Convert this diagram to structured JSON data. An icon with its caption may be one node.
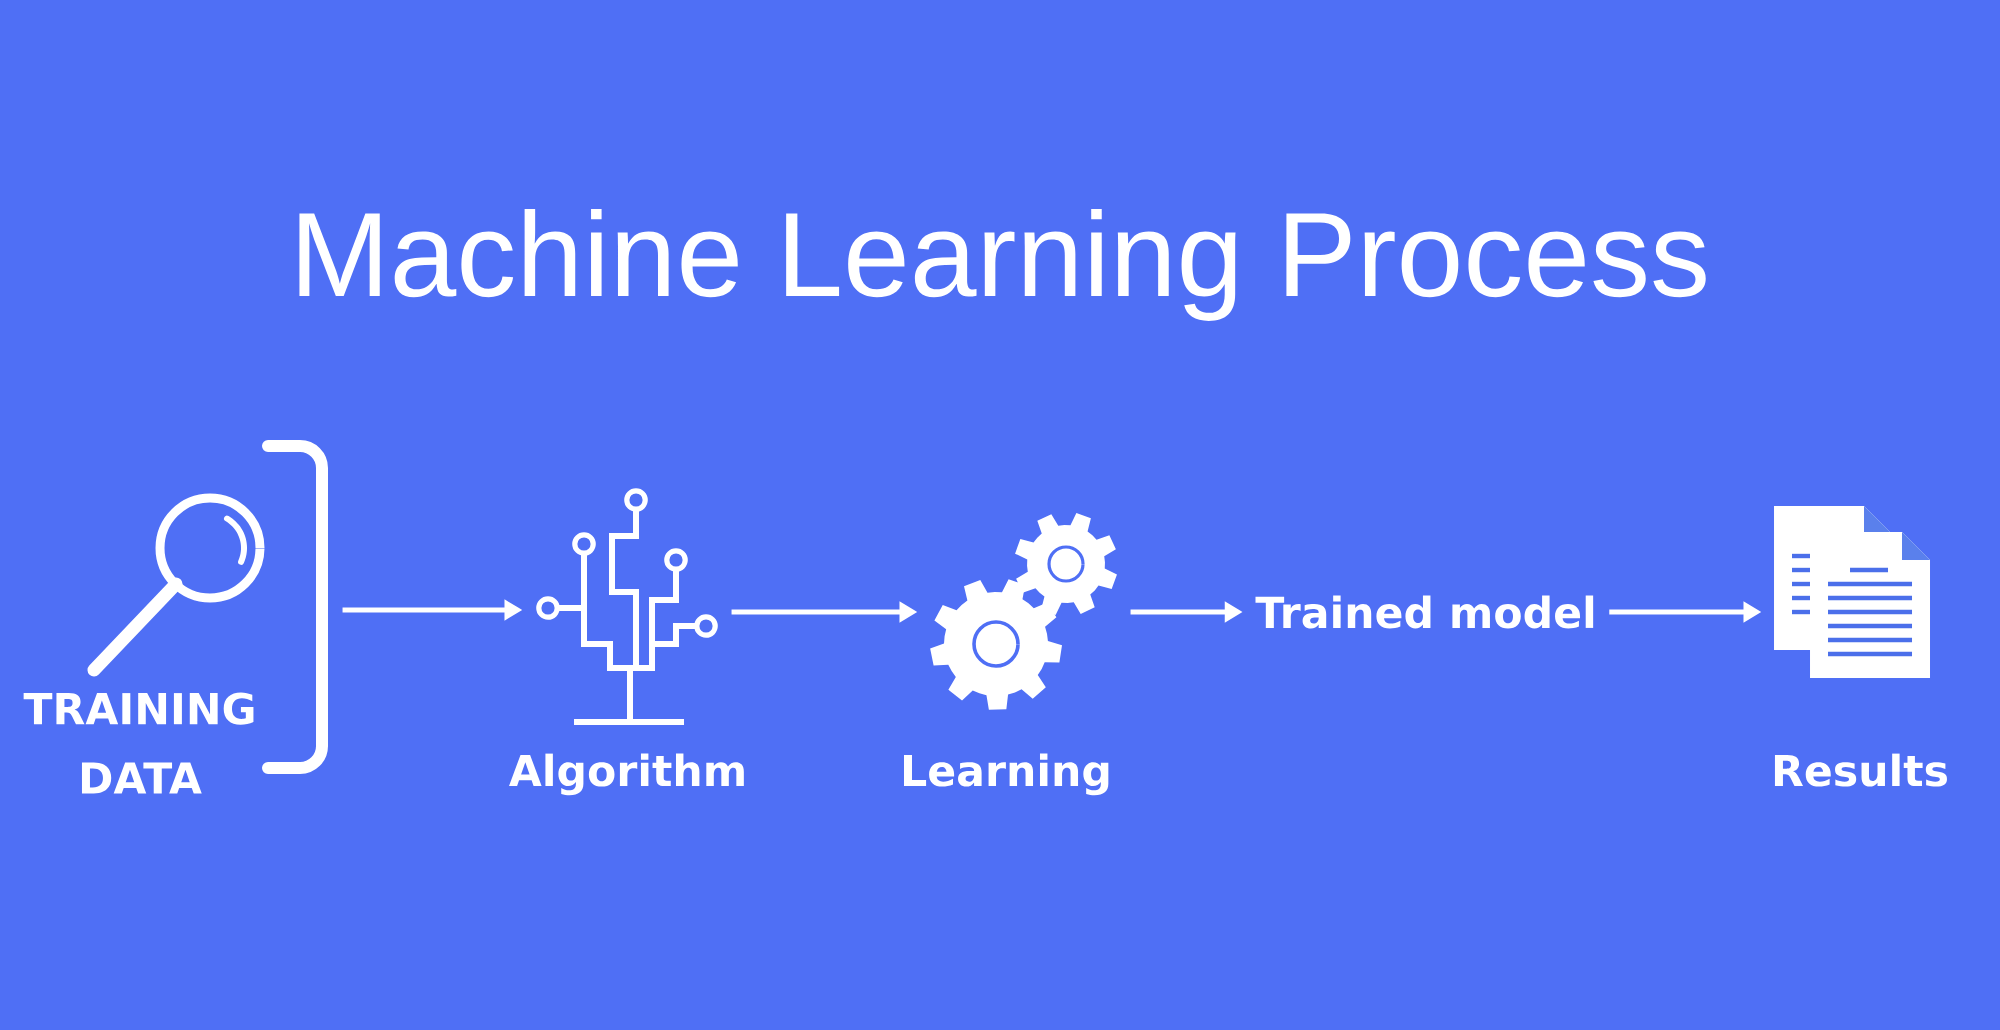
{
  "diagram": {
    "title": "Machine Learning Process",
    "nodes": [
      {
        "text": [
          "TRAINING DATA"
        ]
      },
      {
        "text": [
          "Algorithm"
        ]
      },
      {
        "text": [
          "Learning"
        ]
      },
      {
        "text": [
          "Trained model"
        ]
      },
      {
        "text": [
          "Results"
        ]
      }
    ],
    "edges": [
      {
        "from": 0,
        "to": 1,
        "arrow": "to"
      },
      {
        "from": 1,
        "to": 2,
        "arrow": "to"
      },
      {
        "from": 2,
        "to": 3,
        "arrow": "to"
      },
      {
        "from": 3,
        "to": 4,
        "arrow": "to"
      }
    ]
  }
}
